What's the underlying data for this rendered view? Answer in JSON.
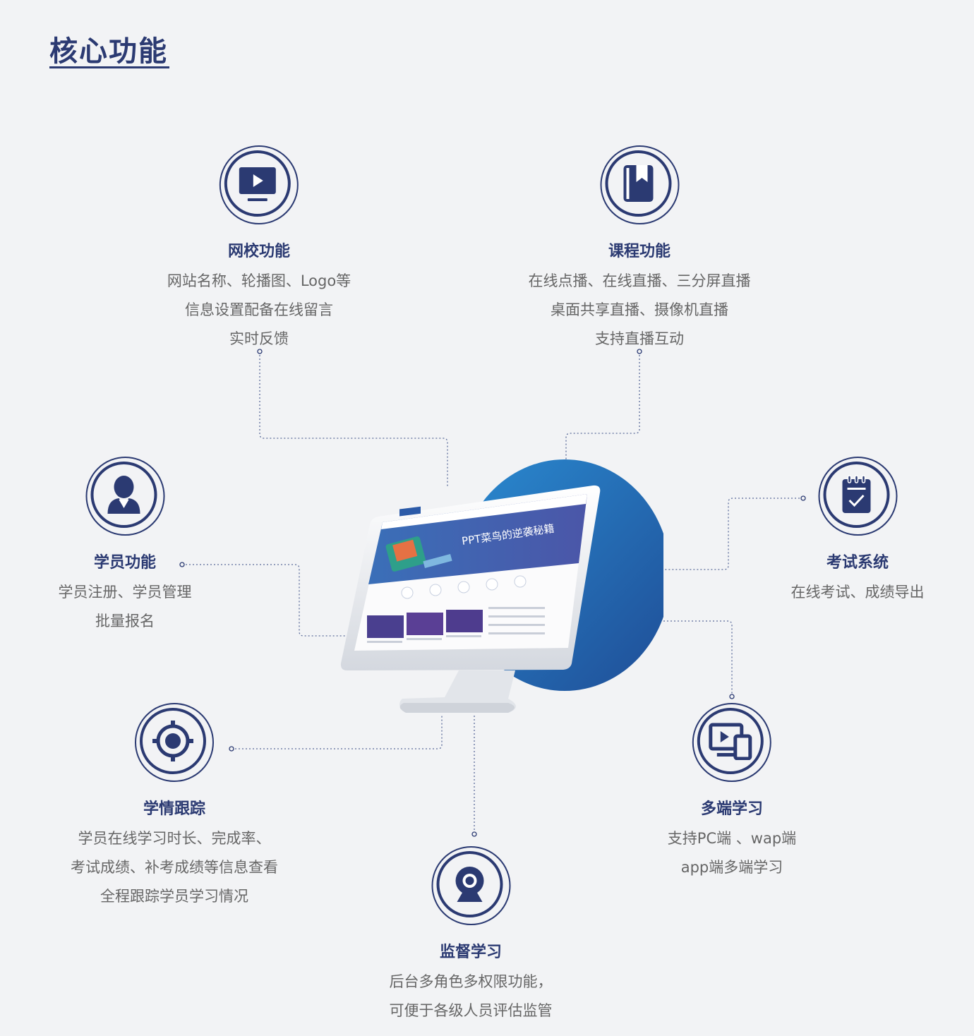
{
  "page": {
    "title": "核心功能"
  },
  "features": {
    "wangxiao": {
      "title": "网校功能",
      "lines": [
        "网站名称、轮播图、Logo等",
        "信息设置配备在线留言",
        "实时反馈"
      ],
      "icon": "monitor-play-icon"
    },
    "kecheng": {
      "title": "课程功能",
      "lines": [
        "在线点播、在线直播、三分屏直播",
        "桌面共享直播、摄像机直播",
        "支持直播互动"
      ],
      "icon": "book-icon"
    },
    "xueyuan": {
      "title": "学员功能",
      "lines": [
        "学员注册、学员管理",
        "批量报名"
      ],
      "icon": "user-icon"
    },
    "kaoshi": {
      "title": "考试系统",
      "lines": [
        "在线考试、成绩导出"
      ],
      "icon": "clipboard-check-icon"
    },
    "xueqing": {
      "title": "学情跟踪",
      "lines": [
        "学员在线学习时长、完成率、",
        "考试成绩、补考成绩等信息查看",
        "全程跟踪学员学习情况"
      ],
      "icon": "target-icon"
    },
    "duoduan": {
      "title": "多端学习",
      "lines": [
        "支持PC端 、wap端",
        "app端多端学习"
      ],
      "icon": "devices-icon"
    },
    "jiandu": {
      "title": "监督学习",
      "lines": [
        "后台多角色多权限功能，",
        "可便于各级人员评估监管"
      ],
      "icon": "webcam-icon"
    }
  },
  "mockup": {
    "banner_text": "PPT菜鸟的逆袭秘籍"
  },
  "colors": {
    "accent": "#2b3a72",
    "text": "#666666",
    "background": "#f2f3f5",
    "blob": "#2563a8"
  }
}
